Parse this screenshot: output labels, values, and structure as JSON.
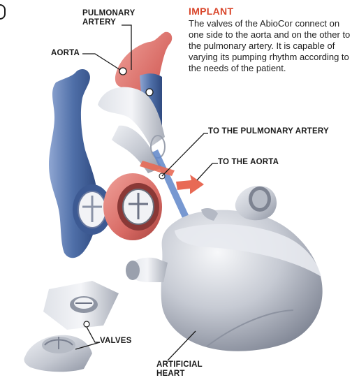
{
  "implant": {
    "title": "IMPLANT",
    "description": "The valves of the AbioCor connect on one side to the aorta and on the other to the pulmonary artery. It is capable of varying its pumping rhythm according to the needs of the patient."
  },
  "labels": {
    "pulmonary_artery": "PULMONARY ARTERY",
    "aorta": "AORTA",
    "to_pulmonary_artery": "TO THE PULMONARY ARTERY",
    "to_aorta": "TO THE AORTA",
    "valves": "VALVES",
    "artificial_heart": "ARTIFICIAL HEART"
  },
  "colors": {
    "title_accent": "#d9462b",
    "artery_red": "#d86a64",
    "vessel_blue": "#4f6fa8",
    "device_gray": "#c9ccd4",
    "arrow_blue": "#5f86c9",
    "arrow_red": "#e86a55"
  }
}
